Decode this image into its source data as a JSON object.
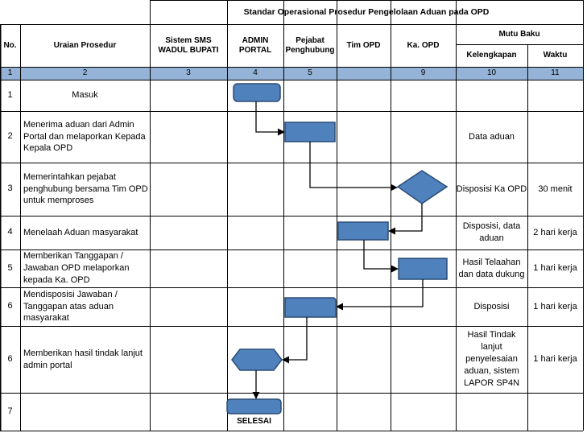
{
  "title": "Standar Operasional Prosedur Pengelolaan Aduan pada OPD",
  "headers": {
    "no": "No.",
    "uraian": "Uraian Prosedur",
    "sms": "Sistem SMS WADUL BUPATI",
    "admin": "ADMIN PORTAL",
    "pejabat": "Pejabat Penghubung",
    "tim": "Tim OPD",
    "ka": "Ka. OPD",
    "mutu": "Mutu Baku",
    "kelengkapan": "Kelengkapan",
    "waktu": "Waktu"
  },
  "column_numbers": [
    "1",
    "2",
    "3",
    "4",
    "5",
    "",
    "9",
    "10",
    "11"
  ],
  "rows": [
    {
      "no": "1",
      "uraian": "Masuk",
      "kelengkapan": "",
      "waktu": ""
    },
    {
      "no": "2",
      "uraian": "Menerima aduan dari Admin Portal  dan melaporkan Kepada Kepala OPD",
      "kelengkapan": "Data aduan",
      "waktu": ""
    },
    {
      "no": "3",
      "uraian": "Memerintahkan pejabat penghubung bersama Tim OPD untuk memproses",
      "kelengkapan": "Disposisi Ka OPD",
      "waktu": "30 menit"
    },
    {
      "no": "4",
      "uraian": "Menelaah Aduan masyarakat",
      "kelengkapan": "Disposisi, data aduan",
      "waktu": "2 hari kerja"
    },
    {
      "no": "5",
      "uraian": "Memberikan Tanggapan / Jawaban OPD  melaporkan kepada Ka. OPD",
      "kelengkapan": "Hasil Telaahan dan data dukung",
      "waktu": "1 hari kerja"
    },
    {
      "no": "6",
      "uraian": "Mendisposisi Jawaban / Tanggapan atas aduan masyarakat",
      "kelengkapan": "Disposisi",
      "waktu": "1 hari kerja"
    },
    {
      "no": "6",
      "uraian": "Memberikan hasil tindak lanjut admin portal",
      "kelengkapan": "Hasil Tindak lanjut penyelesaian aduan, sistem LAPOR SP4N",
      "waktu": "1 hari kerja"
    },
    {
      "no": "7",
      "uraian": "",
      "kelengkapan": "",
      "waktu": ""
    }
  ],
  "end_label": "SELESAI",
  "colors": {
    "shape_fill": "#4f81bd",
    "shape_stroke": "#2c4d75",
    "number_band": "#95b3d7",
    "grid": "#000000",
    "arrow": "#000000"
  }
}
